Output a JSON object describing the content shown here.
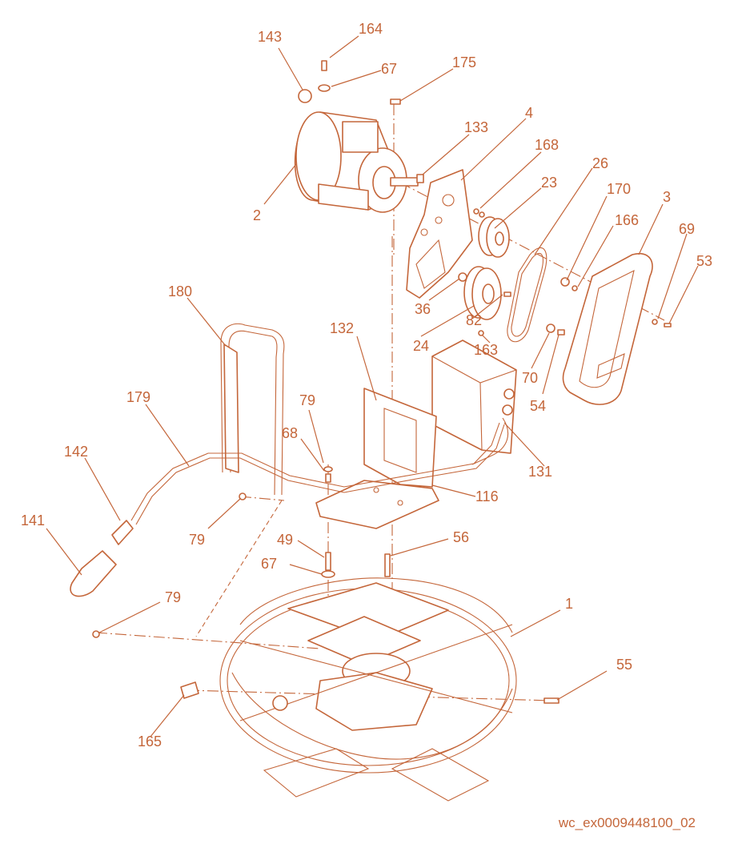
{
  "colors": {
    "line": "#c4663a",
    "background": "#ffffff"
  },
  "callouts": {
    "c143": "143",
    "c164": "164",
    "c67a": "67",
    "c175": "175",
    "c133": "133",
    "c4": "4",
    "c168": "168",
    "c23": "23",
    "c26": "26",
    "c170": "170",
    "c2": "2",
    "c166": "166",
    "c3": "3",
    "c69": "69",
    "c53": "53",
    "c180": "180",
    "c36": "36",
    "c82": "82",
    "c24": "24",
    "c163": "163",
    "c132": "132",
    "c70": "70",
    "c54": "54",
    "c179": "179",
    "c79a": "79",
    "c68": "68",
    "c131": "131",
    "c142": "142",
    "c116": "116",
    "c79b": "79",
    "c141": "141",
    "c49": "49",
    "c56": "56",
    "c67b": "67",
    "c79c": "79",
    "c1": "1",
    "c55": "55",
    "c165": "165"
  },
  "document_ref": "wc_ex0009448100_02"
}
